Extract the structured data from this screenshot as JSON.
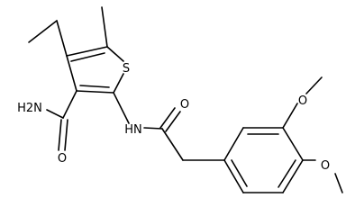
{
  "molecule": {
    "atom_labels": {
      "s": "S",
      "nh2": "H2N",
      "o_amide": "O",
      "nh": "HN",
      "o_acyl": "O",
      "o_meo1": "O",
      "o_meo2": "O"
    },
    "colors": {
      "bond": "#000000",
      "label": "#000000",
      "background": "#ffffff"
    }
  }
}
